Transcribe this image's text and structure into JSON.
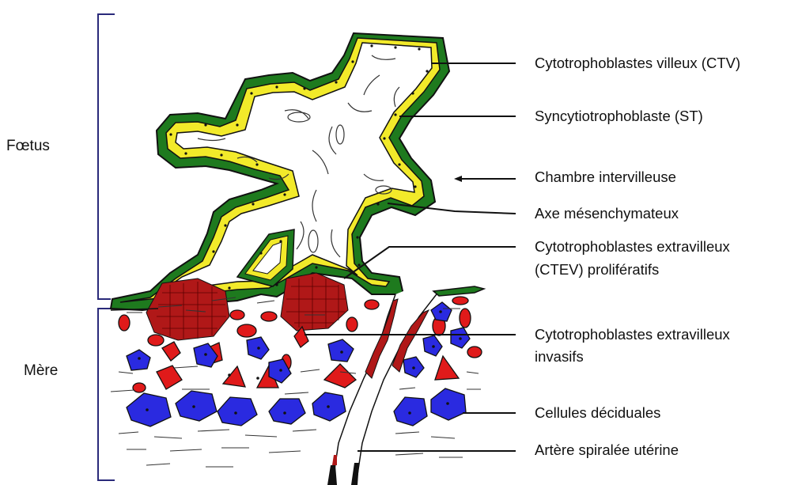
{
  "side_labels": {
    "foetus": "Fœtus",
    "mere": "Mère"
  },
  "labels": {
    "ctv": "Cytotrophoblastes villeux (CTV)",
    "st": "Syncytiotrophoblaste (ST)",
    "chambre": "Chambre intervilleuse",
    "axe": "Axe mésenchymateux",
    "ctev_prolif_l1": "Cytotrophoblastes extravilleux",
    "ctev_prolif_l2": "(CTEV) prolifératifs",
    "ctev_inv_l1": "Cytotrophoblastes extravilleux",
    "ctev_inv_l2": "invasifs",
    "deciduales": "Cellules déciduales",
    "artere": "Artère spiralée utérine"
  },
  "colors": {
    "syncytio_green": "#1e7a1e",
    "cytotropho_yellow": "#f2ea2a",
    "ctev_red": "#b01818",
    "decidual_blue": "#2a2ae0",
    "decidual_red": "#e01a1a",
    "bracket": "#2a2a7a",
    "outline": "#111111"
  }
}
